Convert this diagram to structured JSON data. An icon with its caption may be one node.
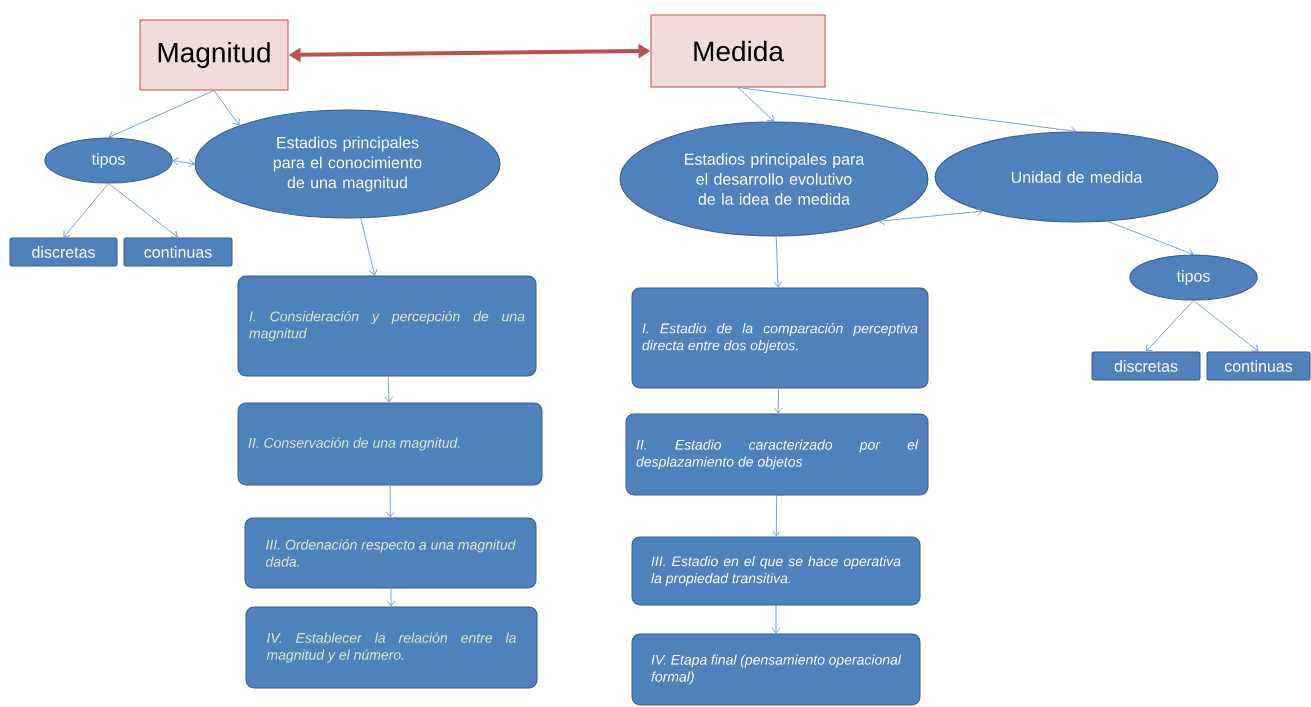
{
  "diagram": {
    "nodes": [
      {
        "text": [
          "Magnitud"
        ]
      },
      {
        "text": [
          "Medida"
        ]
      },
      {
        "text": [
          "tipos"
        ]
      },
      {
        "text": [
          "Estadios principales para el conocimiento de una magnitud"
        ]
      },
      {
        "text": [
          "discretas"
        ]
      },
      {
        "text": [
          "continuas"
        ]
      },
      {
        "text": [
          "I. Consideración y percepción de una magnitud"
        ]
      },
      {
        "text": [
          "II. Conservación de una magnitud."
        ]
      },
      {
        "text": [
          "III. Ordenación respecto a una magnitud dada."
        ]
      },
      {
        "text": [
          "IV. Establecer la relación entre la magnitud y el número."
        ]
      },
      {
        "text": [
          "Estadios principales para el desarrollo evolutivo de la idea de medida"
        ]
      },
      {
        "text": [
          "Unidad de medida"
        ]
      },
      {
        "text": [
          "I. Estadio de la comparación perceptiva directa entre dos objetos."
        ]
      },
      {
        "text": [
          "II. Estadio caracterizado por el desplazamiento de objetos"
        ]
      },
      {
        "text": [
          "III. Estadio en el que se hace operativa la propiedad transitiva."
        ]
      },
      {
        "text": [
          "IV. Etapa final (pensamiento operacional formal)"
        ]
      },
      {
        "text": [
          "tipos"
        ]
      },
      {
        "text": [
          "discretas"
        ]
      },
      {
        "text": [
          "continuas"
        ]
      }
    ],
    "edges": [
      {
        "from": 0,
        "to": 1,
        "arrow": "both",
        "style": "thick",
        "color": "#c0504d"
      },
      {
        "from": 0,
        "to": 2,
        "arrow": "to"
      },
      {
        "from": 0,
        "to": 3,
        "arrow": "to"
      },
      {
        "from": 2,
        "to": 3,
        "arrow": "both"
      },
      {
        "from": 2,
        "to": 4,
        "arrow": "to"
      },
      {
        "from": 2,
        "to": 5,
        "arrow": "to"
      },
      {
        "from": 3,
        "to": 6,
        "arrow": "to"
      },
      {
        "from": 6,
        "to": 7,
        "arrow": "to"
      },
      {
        "from": 7,
        "to": 8,
        "arrow": "to"
      },
      {
        "from": 8,
        "to": 9,
        "arrow": "to"
      },
      {
        "from": 1,
        "to": 10,
        "arrow": "to"
      },
      {
        "from": 1,
        "to": 11,
        "arrow": "to"
      },
      {
        "from": 10,
        "to": 11,
        "arrow": "both"
      },
      {
        "from": 10,
        "to": 12,
        "arrow": "to"
      },
      {
        "from": 12,
        "to": 13,
        "arrow": "to"
      },
      {
        "from": 13,
        "to": 14,
        "arrow": "to"
      },
      {
        "from": 14,
        "to": 15,
        "arrow": "to"
      },
      {
        "from": 11,
        "to": 16,
        "arrow": "to"
      },
      {
        "from": 16,
        "to": 17,
        "arrow": "to"
      },
      {
        "from": 16,
        "to": 18,
        "arrow": "to"
      }
    ]
  }
}
